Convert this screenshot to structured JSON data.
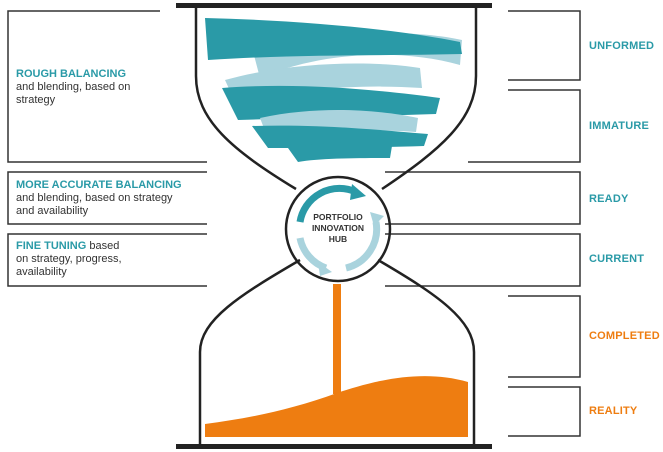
{
  "left_labels": [
    {
      "heading": "ROUGH BALANCING",
      "text_a": "and blending, based on",
      "text_b": "strategy"
    },
    {
      "heading": "MORE ACCURATE BALANCING",
      "text_a": "and blending, based on strategy",
      "text_b": "and availability"
    },
    {
      "heading": "FINE TUNING",
      "text_a": " based",
      "text_b": "on strategy, progress,",
      "text_c": "availability"
    }
  ],
  "stages": [
    "UNFORMED",
    "IMMATURE",
    "READY",
    "CURRENT",
    "COMPLETED",
    "REALITY"
  ],
  "hub": {
    "line1": "PORTFOLIO",
    "line2": "INNOVATION",
    "line3": "HUB"
  },
  "colors": {
    "teal": "#2a9aa7",
    "light_teal": "#a9d3dd",
    "orange": "#ee7d11",
    "frame": "#222222"
  },
  "icons": [
    "circular-arrows-icon"
  ]
}
